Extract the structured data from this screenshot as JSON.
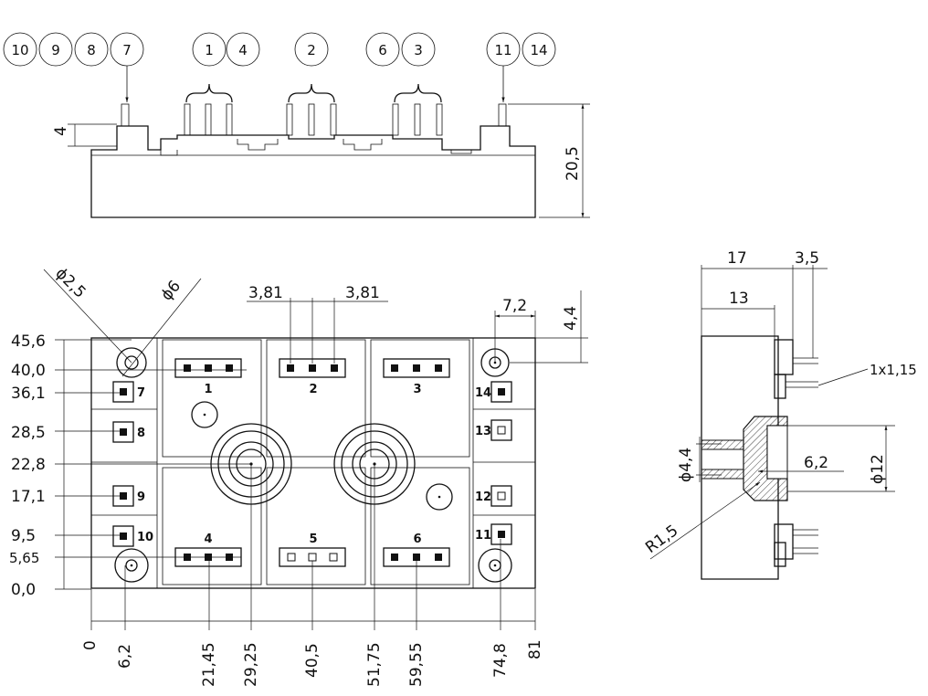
{
  "top_view": {
    "callouts": [
      {
        "label": "10"
      },
      {
        "label": "9"
      },
      {
        "label": "8"
      },
      {
        "label": "7"
      },
      {
        "label": "1"
      },
      {
        "label": "4"
      },
      {
        "label": "2"
      },
      {
        "label": "6"
      },
      {
        "label": "3"
      },
      {
        "label": "11"
      },
      {
        "label": "14"
      }
    ],
    "dim_pin_height": "4",
    "dim_total_height": "20,5"
  },
  "front_view": {
    "y_dims": [
      "45,6",
      "40,0",
      "36,1",
      "28,5",
      "22,8",
      "17,1",
      "9,5",
      "5,65",
      "0,0"
    ],
    "x_dims": [
      "0",
      "6,2",
      "21,45",
      "29,25",
      "40,5",
      "51,75",
      "59,55",
      "74,8",
      "81"
    ],
    "phi_25": "ϕ2,5",
    "phi_6": "ϕ6",
    "pitch_left": "3,81",
    "pitch_right": "3,81",
    "dim_72": "7,2",
    "dim_44": "4,4",
    "module_labels": [
      "1",
      "2",
      "3",
      "4",
      "5",
      "6"
    ],
    "pin_labels": [
      "7",
      "8",
      "9",
      "10",
      "14",
      "13",
      "12",
      "11"
    ]
  },
  "side_view": {
    "dim_17": "17",
    "dim_35": "3,5",
    "dim_13": "13",
    "pin_size": "1x1,15",
    "phi_44": "ϕ4,4",
    "dim_62": "6,2",
    "phi_12": "ϕ12",
    "radius": "R1,5"
  }
}
